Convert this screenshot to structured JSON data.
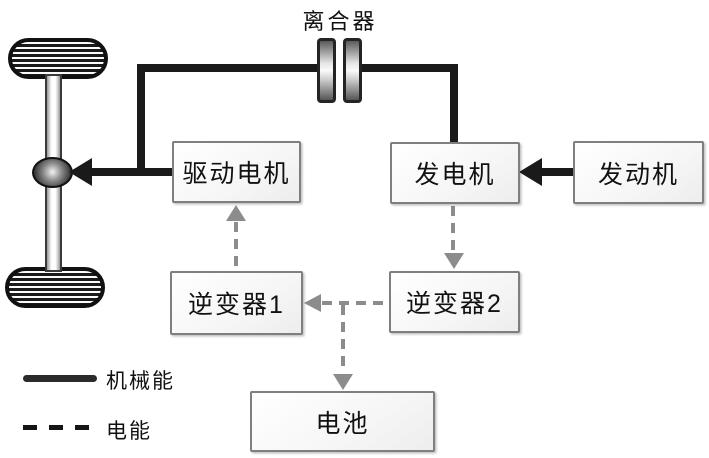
{
  "figure": {
    "clutch_label": "离合器",
    "nodes": {
      "drive_motor": "驱动电机",
      "generator": "发电机",
      "engine": "发动机",
      "inverter1": "逆变器1",
      "inverter2": "逆变器2",
      "battery": "电池"
    },
    "legend": [
      {
        "style": "solid",
        "label": "机械能"
      },
      {
        "style": "dashed",
        "label": "电能"
      }
    ],
    "colors": {
      "mechanical_line": "#1a1a1a",
      "electrical_line": "#8c8c8c",
      "box_border": "#7f7f7f",
      "background": "#ffffff"
    },
    "connections": [
      {
        "from": "engine",
        "to": "generator",
        "type": "mechanical"
      },
      {
        "from": "generator",
        "to": "axle",
        "via": "clutch",
        "type": "mechanical"
      },
      {
        "from": "drive_motor",
        "to": "differential",
        "type": "mechanical"
      },
      {
        "from": "generator",
        "to": "inverter2",
        "type": "electrical"
      },
      {
        "from": "inverter2",
        "to": "inverter1",
        "type": "electrical"
      },
      {
        "from": "inverter2",
        "to": "battery",
        "type": "electrical"
      },
      {
        "from": "inverter1",
        "to": "drive_motor",
        "type": "electrical"
      }
    ]
  }
}
